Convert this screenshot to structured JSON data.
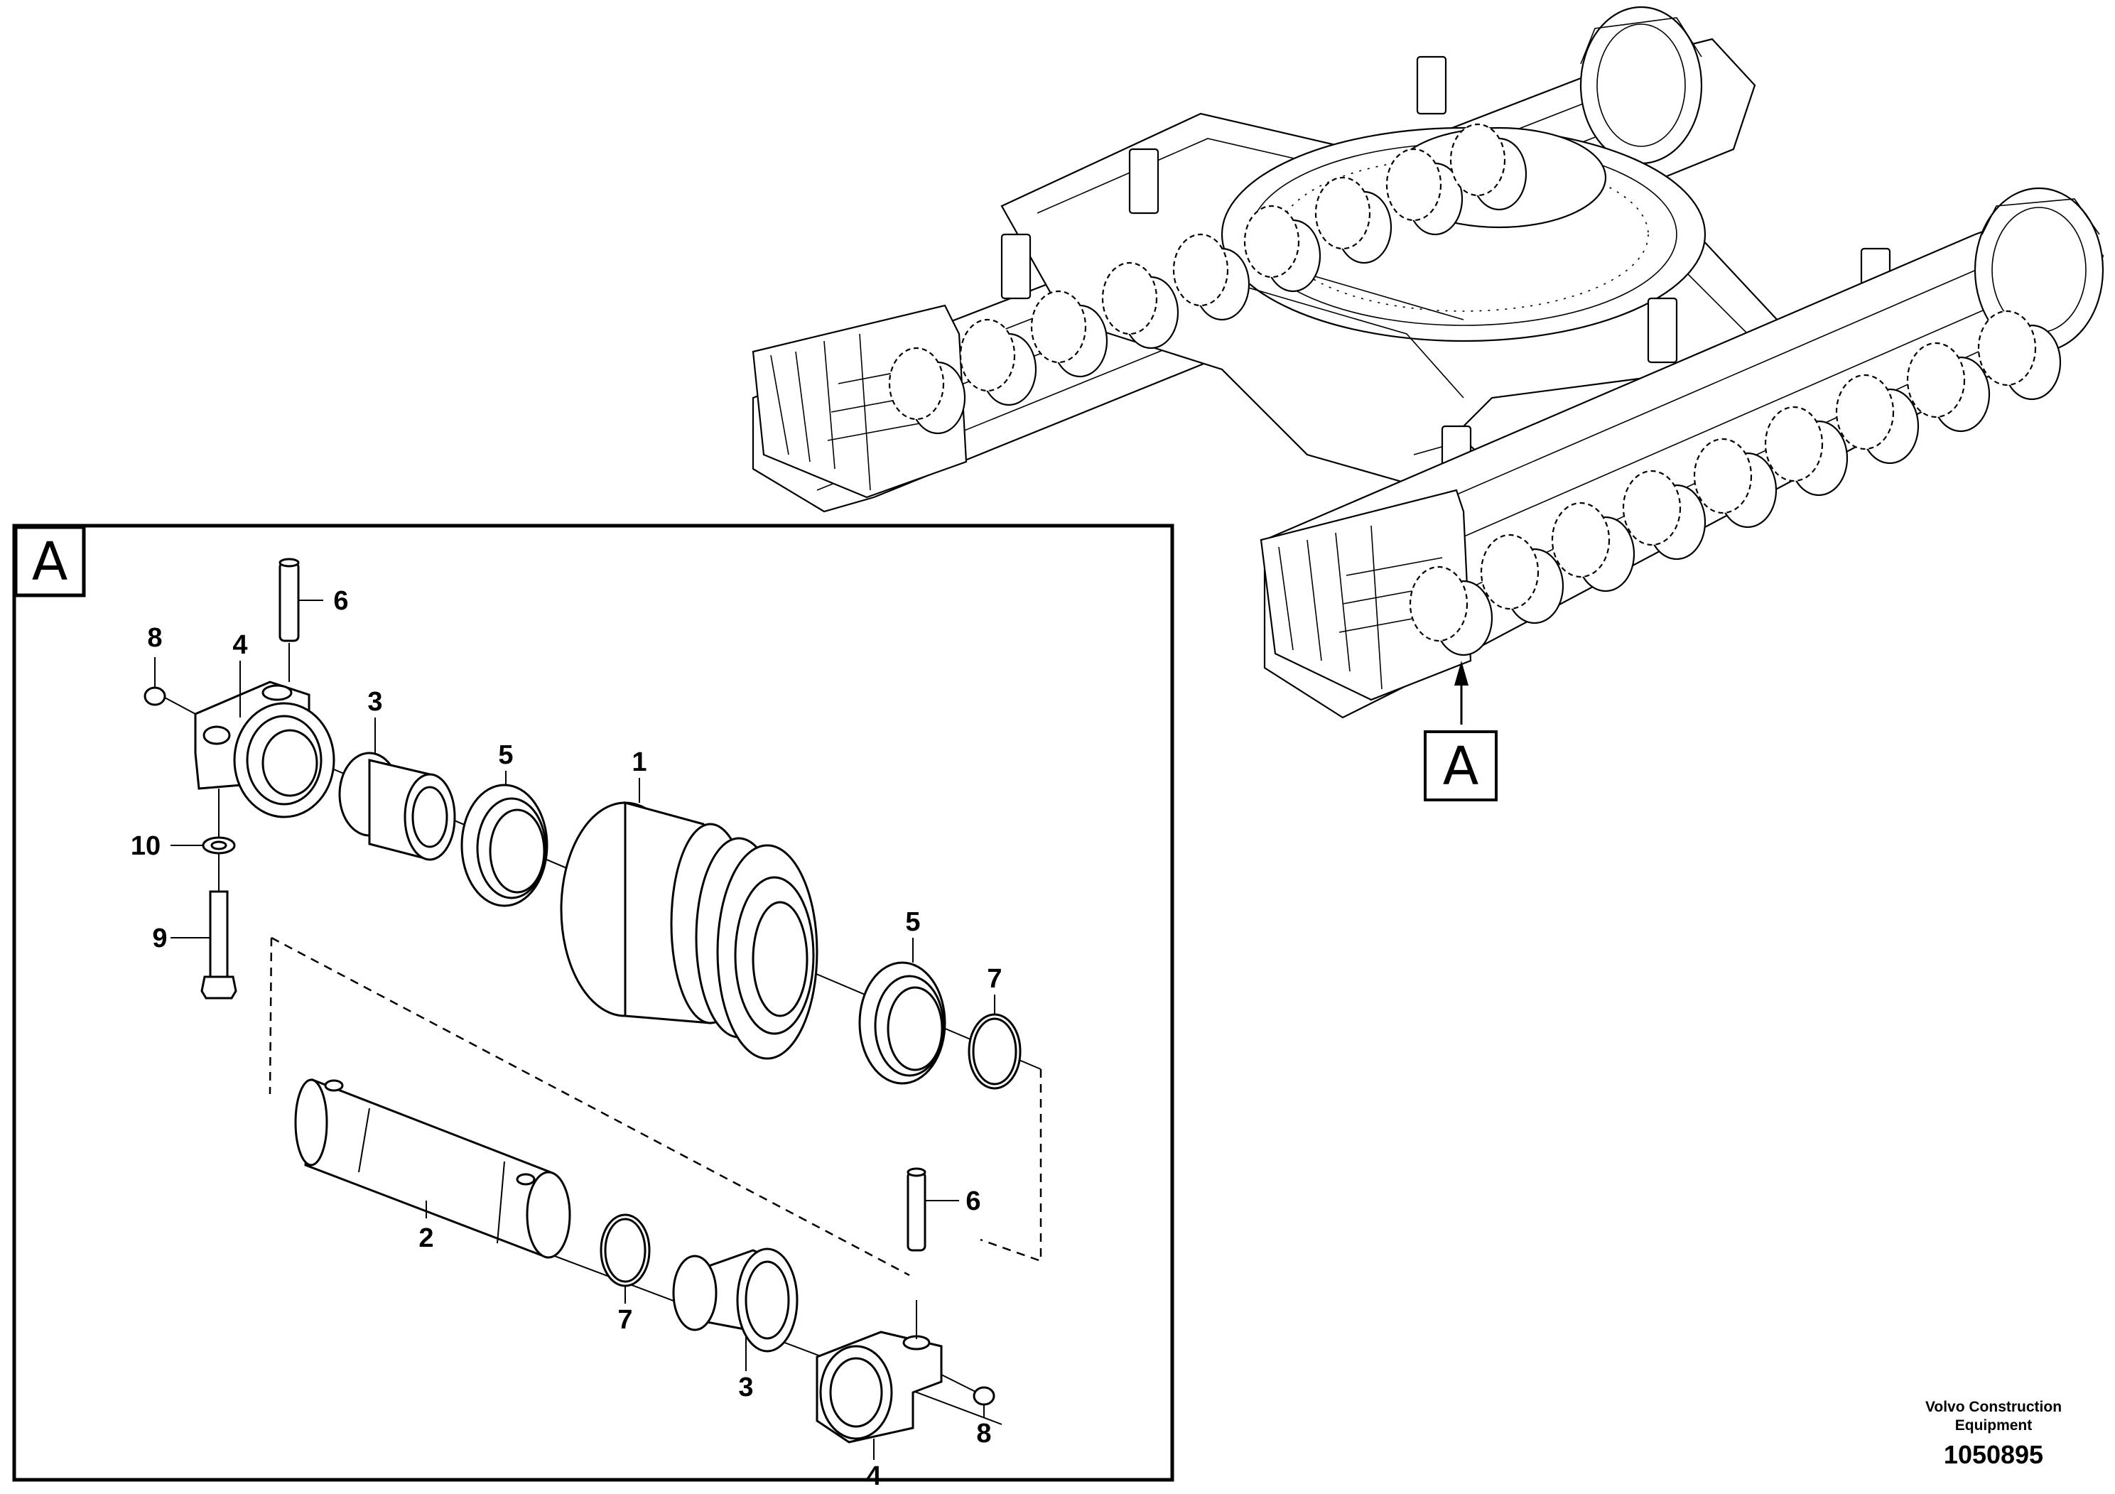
{
  "detail": {
    "id": "A",
    "callouts": [
      {
        "label": "1"
      },
      {
        "label": "2"
      },
      {
        "label": "3"
      },
      {
        "label": "3"
      },
      {
        "label": "4"
      },
      {
        "label": "4"
      },
      {
        "label": "5"
      },
      {
        "label": "5"
      },
      {
        "label": "6"
      },
      {
        "label": "6"
      },
      {
        "label": "7"
      },
      {
        "label": "7"
      },
      {
        "label": "8"
      },
      {
        "label": "8"
      },
      {
        "label": "9"
      },
      {
        "label": "10"
      }
    ]
  },
  "overview": {
    "pointer_label": "A"
  },
  "footer": {
    "company_line1": "Volvo Construction",
    "company_line2": "Equipment",
    "drawing_number": "1050895"
  }
}
